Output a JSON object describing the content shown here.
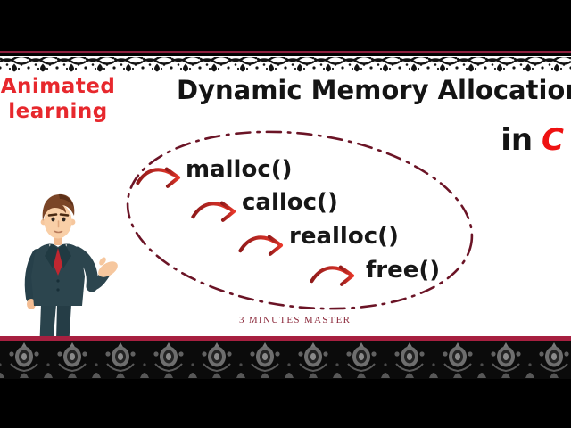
{
  "branding": {
    "line1": "Animated",
    "line2": "learning",
    "color": "#e7282d"
  },
  "header": {
    "title": "Dynamic Memory Allocation",
    "subtitle_prefix": "in",
    "subtitle_language": "C",
    "language_color": "#ee1212"
  },
  "diagram": {
    "container_shape": "dash-dot-ellipse",
    "container_color": "#6b1426",
    "arrow_color": "#cf2b25",
    "functions": [
      {
        "label": "malloc()"
      },
      {
        "label": "calloc()"
      },
      {
        "label": "realloc()"
      },
      {
        "label": "free()"
      }
    ]
  },
  "footer": {
    "watermark": "3 MINUTES MASTER",
    "watermark_color": "#8c2a3c"
  },
  "colors": {
    "top_stripe": "#8e1f3e",
    "bottom_stripe": "#a72040",
    "letterbox": "#000000",
    "slide_background": "#ffffff",
    "suit": "#2c454e"
  },
  "icons": {
    "presenter": "presenter-character",
    "arrows": "curved-red-arrow",
    "top_ornament": "lace-border",
    "bottom_ornament": "damask-border"
  }
}
